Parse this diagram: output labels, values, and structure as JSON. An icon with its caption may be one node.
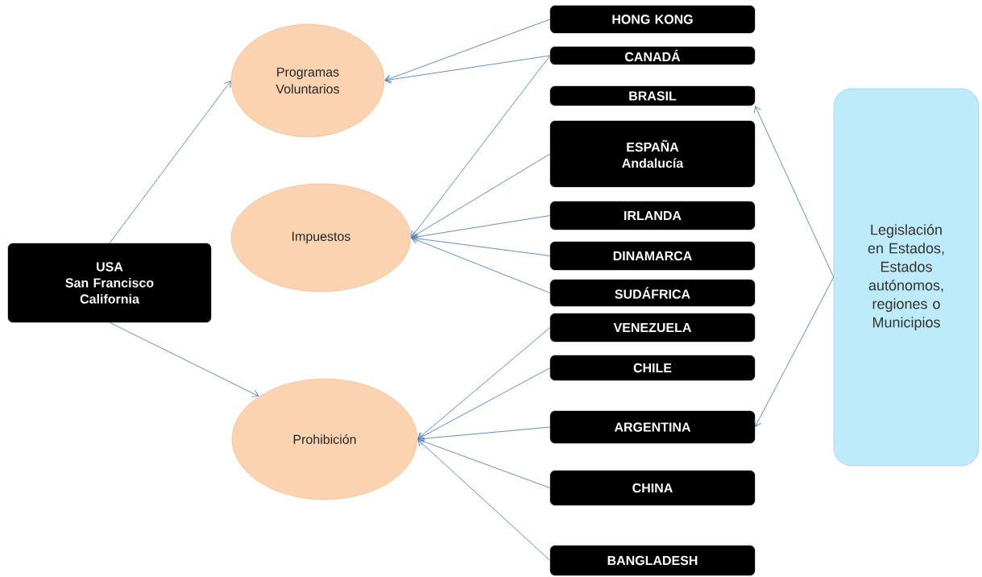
{
  "diagram": {
    "nodes": [
      {
        "text": [
          "USA",
          "San Francisco",
          "California"
        ]
      },
      {
        "text": [
          "Programas Voluntarios"
        ]
      },
      {
        "text": [
          "Impuestos"
        ]
      },
      {
        "text": [
          "Prohibición"
        ]
      },
      {
        "text": [
          "HONG KONG"
        ]
      },
      {
        "text": [
          "CANADÁ"
        ]
      },
      {
        "text": [
          "BRASIL"
        ]
      },
      {
        "text": [
          "ESPAÑA",
          "Andalucía"
        ]
      },
      {
        "text": [
          "IRLANDA"
        ]
      },
      {
        "text": [
          "DINAMARCA"
        ]
      },
      {
        "text": [
          "SUDÁFRICA"
        ]
      },
      {
        "text": [
          "VENEZUELA"
        ]
      },
      {
        "text": [
          "CHILE"
        ]
      },
      {
        "text": [
          "ARGENTINA"
        ]
      },
      {
        "text": [
          "CHINA"
        ]
      },
      {
        "text": [
          "BANGLADESH"
        ]
      },
      {
        "text": [
          "Legislación en Estados, Estados autónomos, regiones o Municipios"
        ]
      }
    ],
    "edges": [
      {
        "from": 0,
        "to": 1,
        "arrow": "to"
      },
      {
        "from": 0,
        "to": 3,
        "arrow": "to"
      },
      {
        "from": 4,
        "to": 1,
        "arrow": "to"
      },
      {
        "from": 5,
        "to": 1,
        "arrow": "to"
      },
      {
        "from": 5,
        "to": 2,
        "arrow": "to"
      },
      {
        "from": 7,
        "to": 2,
        "arrow": "to"
      },
      {
        "from": 8,
        "to": 2,
        "arrow": "to"
      },
      {
        "from": 9,
        "to": 2,
        "arrow": "to"
      },
      {
        "from": 10,
        "to": 2,
        "arrow": "to"
      },
      {
        "from": 11,
        "to": 3,
        "arrow": "to"
      },
      {
        "from": 12,
        "to": 3,
        "arrow": "to"
      },
      {
        "from": 13,
        "to": 3,
        "arrow": "to"
      },
      {
        "from": 14,
        "to": 3,
        "arrow": "to"
      },
      {
        "from": 15,
        "to": 3,
        "arrow": "to"
      },
      {
        "from": 16,
        "to": 6,
        "arrow": "to"
      },
      {
        "from": 16,
        "to": 13,
        "arrow": "to"
      }
    ]
  }
}
